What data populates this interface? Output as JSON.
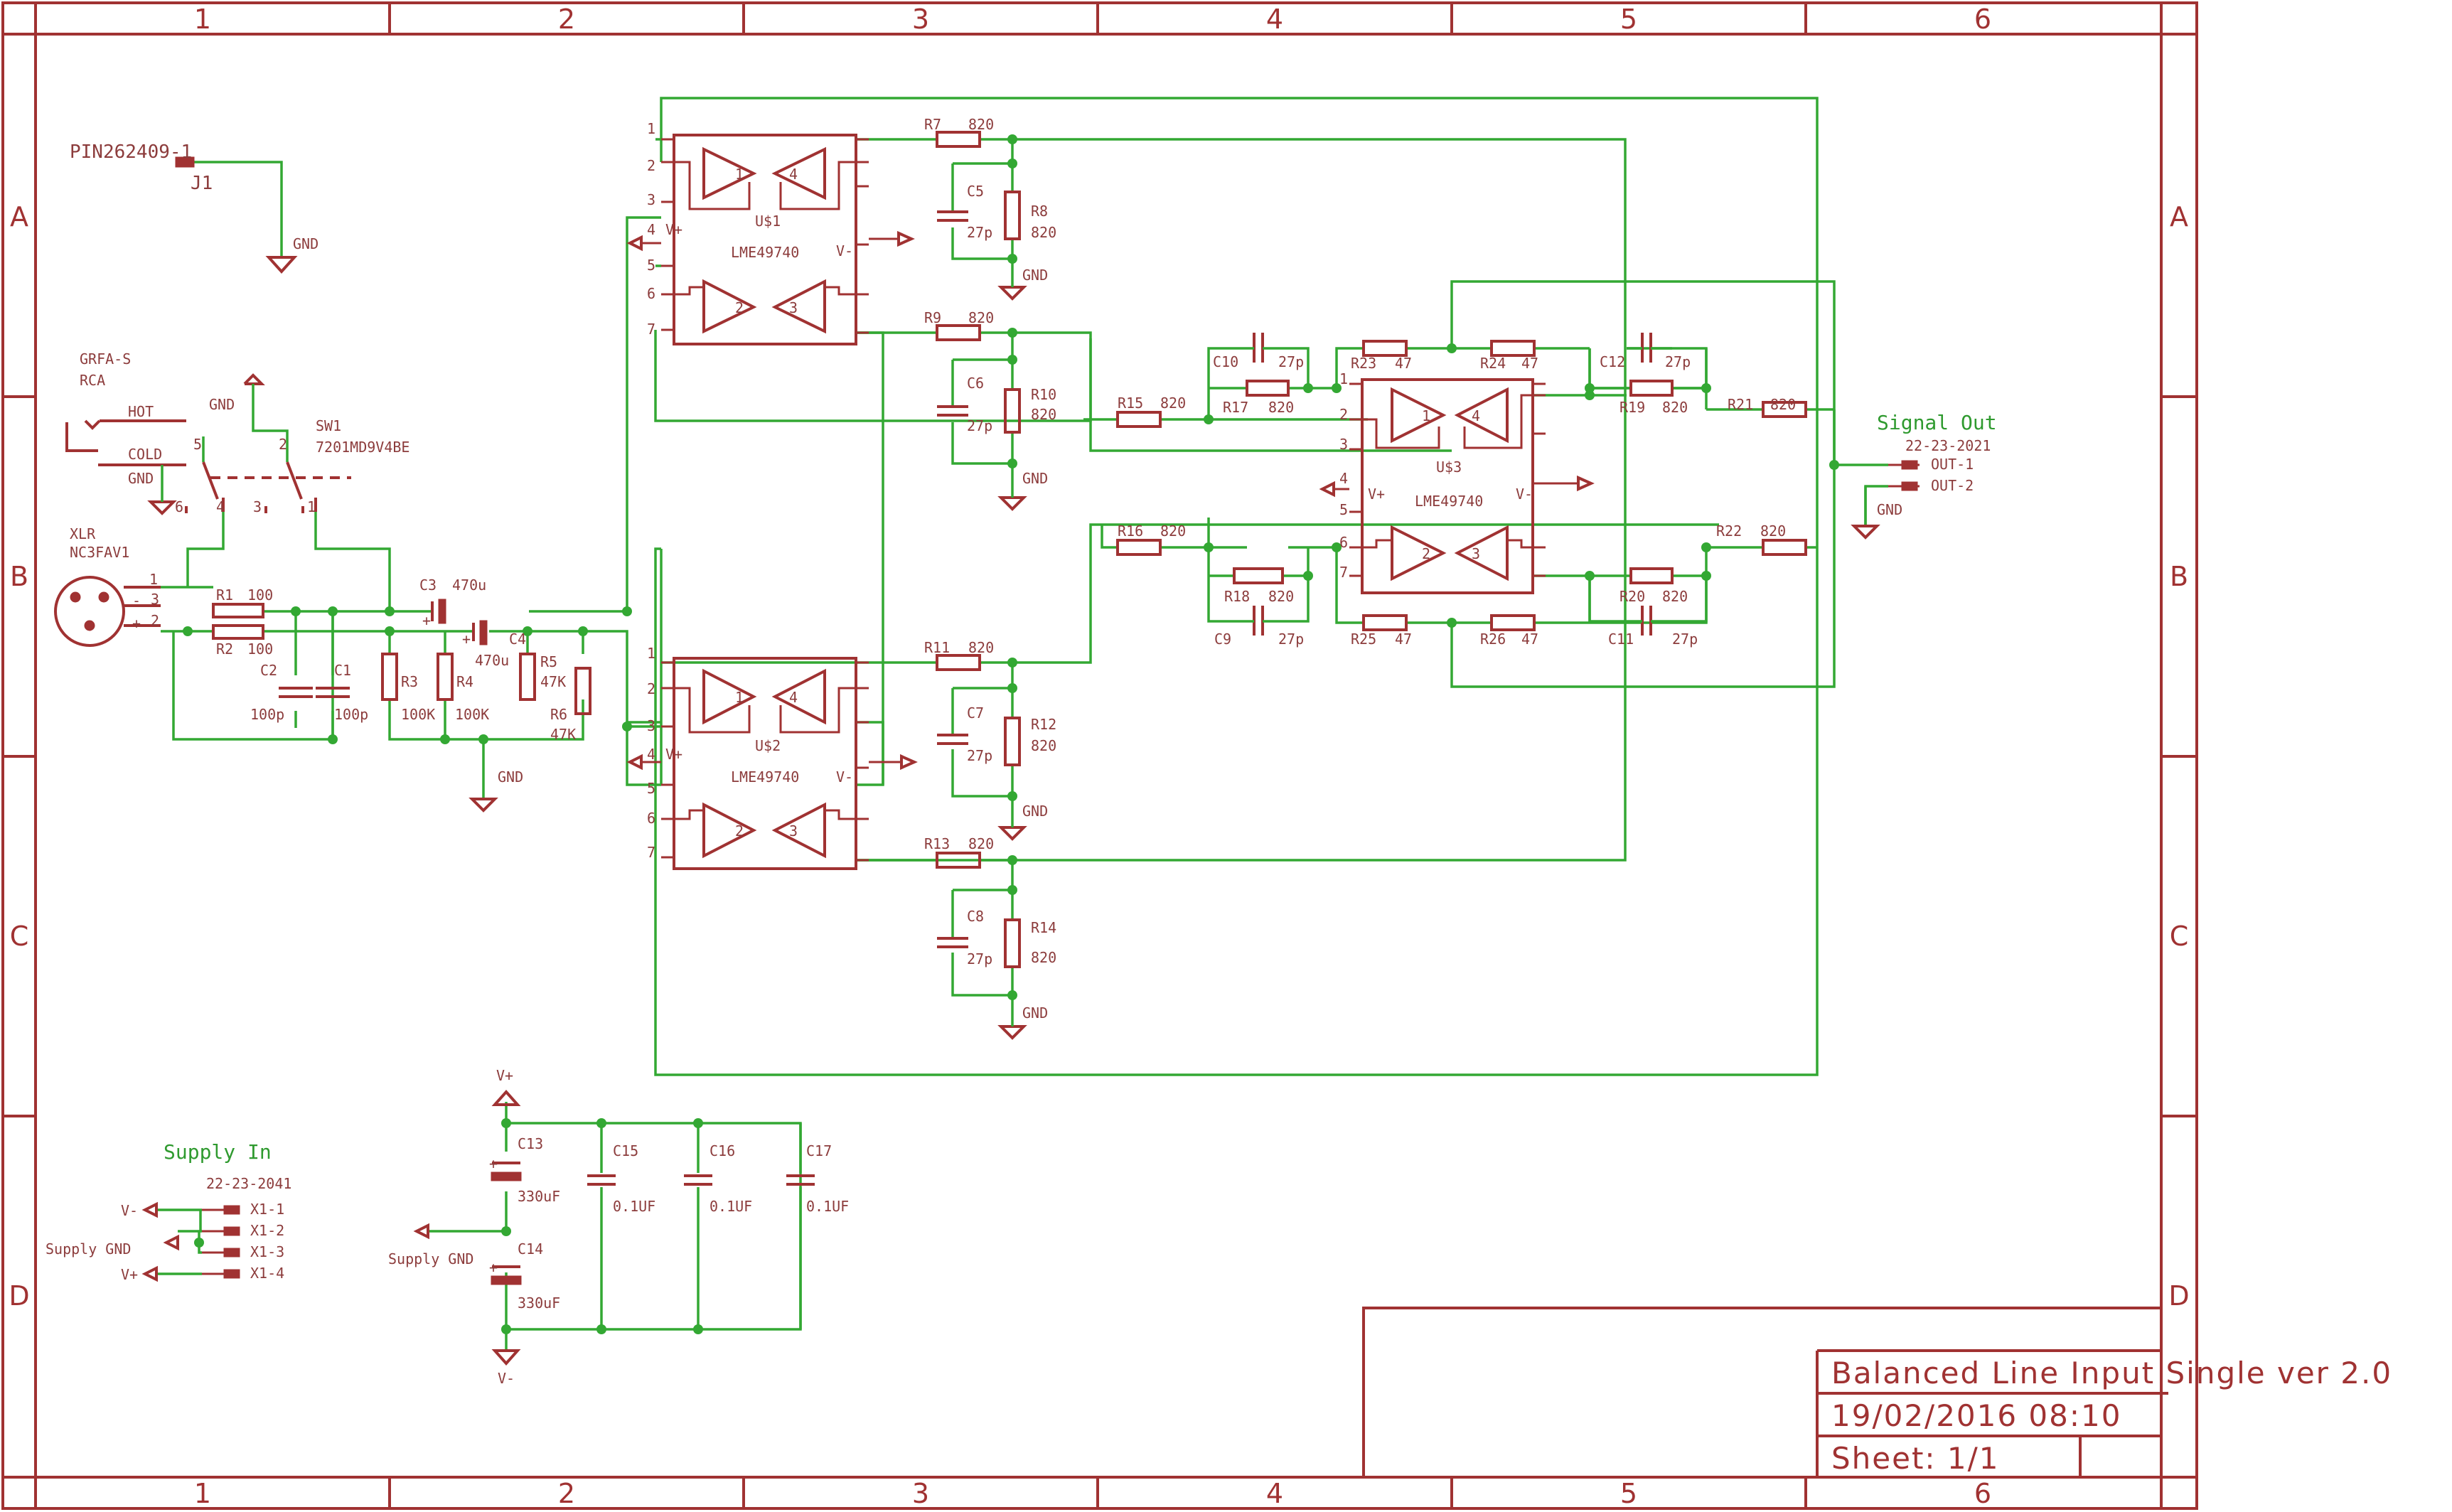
{
  "columns": [
    "1",
    "2",
    "3",
    "4",
    "5",
    "6"
  ],
  "rows": [
    "A",
    "B",
    "C",
    "D"
  ],
  "title_block": {
    "title": "Balanced Line Input Single ver 2.0",
    "date": "19/02/2016 08:10",
    "sheet": "Sheet: 1/1"
  },
  "nets": {
    "signal_out": "Signal Out",
    "supply_in": "Supply In",
    "gnd": "GND",
    "vplus": "V+",
    "vminus": "V-",
    "supply_gnd": "Supply GND"
  },
  "connectors": {
    "j1_part": "PIN262409-1",
    "j1_name": "J1",
    "rca_part": "GRFA-S",
    "rca_name": "RCA",
    "hot": "HOT",
    "cold": "COLD",
    "sw_name": "SW1",
    "sw_part": "7201MD9V4BE",
    "xlr_name": "XLR",
    "xlr_part": "NC3FAV1",
    "out_part": "22-23-2021",
    "out_1": "OUT-1",
    "out_2": "OUT-2",
    "supply_part": "22-23-2041",
    "x1_1": "X1-1",
    "x1_2": "X1-2",
    "x1_3": "X1-3",
    "x1_4": "X1-4"
  },
  "ics": {
    "u1_name": "U$1",
    "u2_name": "U$2",
    "u3_name": "U$3",
    "part": "LME49740"
  },
  "components": {
    "r1": "R1",
    "r1v": "100",
    "r2": "R2",
    "r2v": "100",
    "c1": "C1",
    "c1v": "100p",
    "c2": "C2",
    "c2v": "100p",
    "c3": "C3",
    "c3v": "470u",
    "c4": "C4",
    "c4v": "470u",
    "r3": "R3",
    "r3v": "100K",
    "r4": "R4",
    "r4v": "100K",
    "r5": "R5",
    "r5v": "47K",
    "r6": "R6",
    "r6v": "47K",
    "r7": "R7",
    "r8": "R8",
    "r9": "R9",
    "r10": "R10",
    "r11": "R11",
    "r12": "R12",
    "r13": "R13",
    "r14": "R14",
    "r15": "R15",
    "r16": "R16",
    "r17": "R17",
    "r18": "R18",
    "r19": "R19",
    "r20": "R20",
    "r21": "R21",
    "r22": "R22",
    "r23": "R23",
    "r24": "R24",
    "r25": "R25",
    "r26": "R26",
    "v820": "820",
    "v47": "47",
    "c5": "C5",
    "c6": "C6",
    "c7": "C7",
    "c8": "C8",
    "c9": "C9",
    "c10": "C10",
    "c11": "C11",
    "c12": "C12",
    "v27p": "27p",
    "c13": "C13",
    "c14": "C14",
    "v330": "330uF",
    "c15": "C15",
    "c16": "C16",
    "c17": "C17",
    "v01": "0.1UF"
  },
  "colors": {
    "symbol": "#a03232",
    "wire": "#33a833",
    "background": "#ffffff"
  }
}
